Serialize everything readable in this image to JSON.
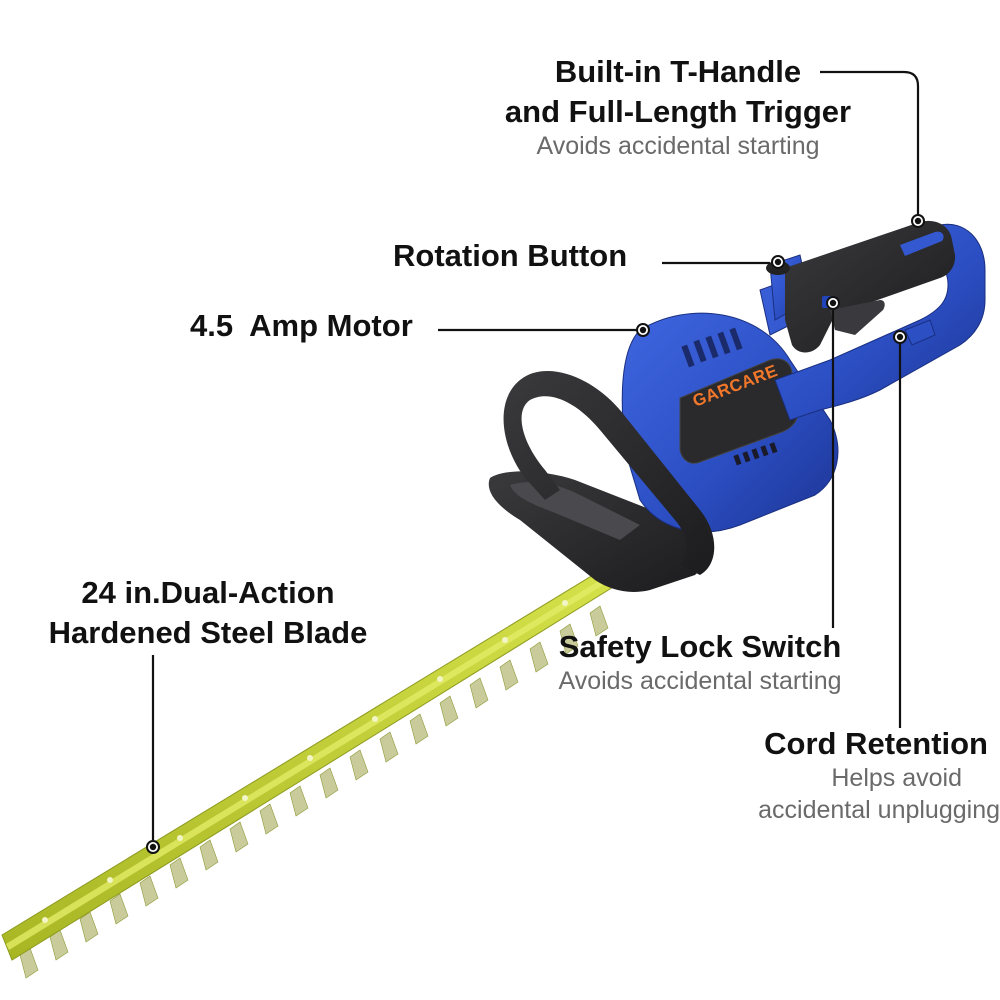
{
  "product": {
    "brand": "GARCARE",
    "type": "Corded electric hedge trimmer",
    "colors": {
      "body_blue": "#2c4fc4",
      "body_blue_dark": "#1f3a9a",
      "grip_black": "#2d2d2f",
      "blade_green": "#c4d233",
      "blade_green_dark": "#9aa820",
      "brand_orange": "#f2772a",
      "callout_line": "#111111",
      "title_text": "#111111",
      "subtitle_text": "#6a6a6a"
    }
  },
  "callouts": {
    "t_handle": {
      "title_line1": "Built-in T-Handle",
      "title_line2": "and Full-Length Trigger",
      "subtitle": "Avoids accidental starting"
    },
    "rotation_button": {
      "title": "Rotation Button"
    },
    "motor": {
      "title": "4.5  Amp Motor"
    },
    "blade": {
      "title_line1": "24 in.Dual-Action",
      "title_line2": "Hardened Steel Blade"
    },
    "safety_lock": {
      "title": "Safety Lock Switch",
      "subtitle": "Avoids accidental starting"
    },
    "cord_retention": {
      "title": "Cord Retention",
      "subtitle_line1": "Helps avoid",
      "subtitle_line2": "accidental unplugging"
    }
  }
}
